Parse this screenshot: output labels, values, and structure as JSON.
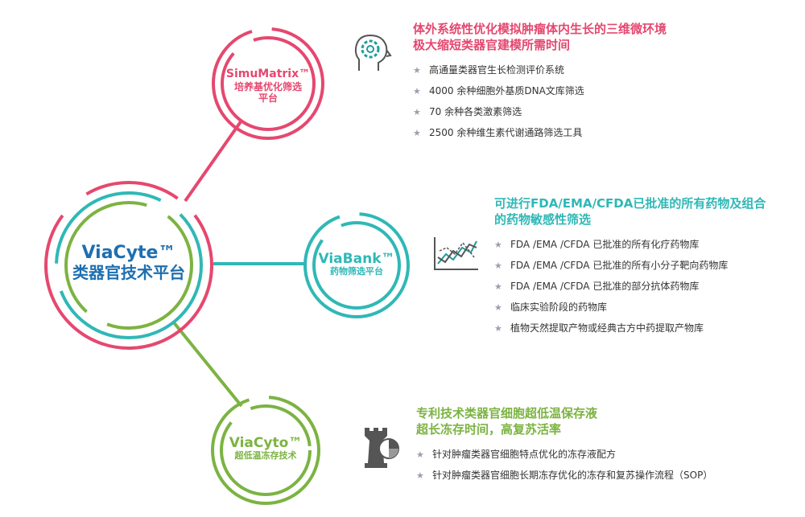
{
  "colors": {
    "pink": "#e5486f",
    "teal": "#2fb8b6",
    "green": "#7cb342",
    "blue": "#1e6fb0",
    "icon_teal": "#1f9c9a",
    "icon_gray": "#555555"
  },
  "center": {
    "line1": "ViaCyte™",
    "line2": "类器官技术平台"
  },
  "simumatrix": {
    "line1": "SimuMatrix™",
    "line2": "培养基优化筛选",
    "line3": "平台",
    "icon": "head-gear-icon",
    "heading": [
      "体外系统性优化模拟肿瘤体内生长的三维微环境",
      "极大缩短类器官建模所需时间"
    ],
    "items": [
      "高通量类器官生长检测评价系统",
      "4000 余种细胞外基质DNA文库筛选",
      "70 余种各类激素筛选",
      "2500 余种维生素代谢通路筛选工具"
    ]
  },
  "viabank": {
    "line1": "ViaBank™",
    "line2": "药物筛选平台",
    "icon": "line-chart-icon",
    "heading": [
      "可进行FDA/EMA/CFDA已批准的所有药物及组合",
      "的药物敏感性筛选"
    ],
    "items": [
      "FDA /EMA /CFDA 已批准的所有化疗药物库",
      "FDA /EMA /CFDA 已批准的所有小分子靶向药物库",
      "FDA /EMA /CFDA 已批准的部分抗体药物库",
      "临床实验阶段的药物库",
      "植物天然提取产物或经典古方中药提取产物库"
    ]
  },
  "viacyto": {
    "line1": "ViaCyto™",
    "line2": "超低温冻存技术",
    "icon": "rook-chart-icon",
    "heading": [
      "专利技术类器官细胞超低温保存液",
      "超长冻存时间，高复苏活率"
    ],
    "items": [
      "针对肿瘤类器官细胞特点优化的冻存液配方",
      "针对肿瘤类器官细胞长期冻存优化的冻存和复苏操作流程（SOP）"
    ]
  }
}
